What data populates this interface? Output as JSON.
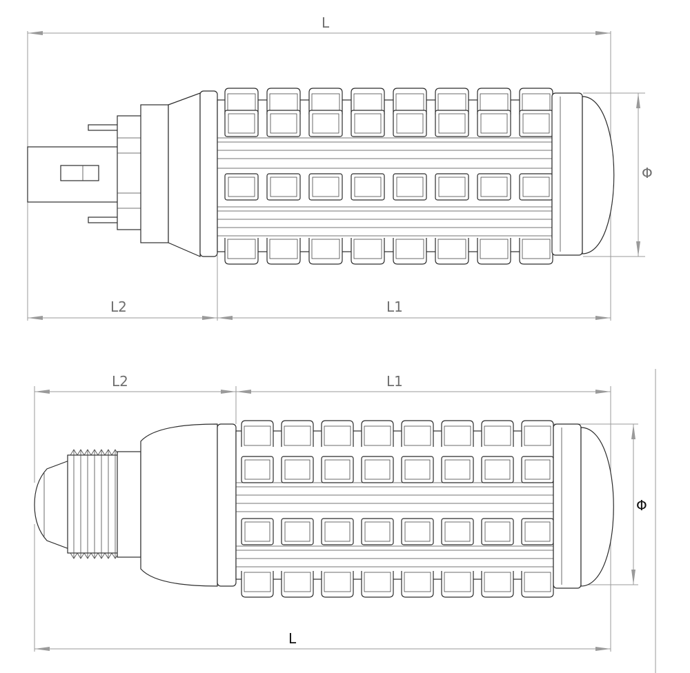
{
  "top_drawing": {
    "labels": {
      "overall_length": "L",
      "base_length": "L2",
      "body_length": "L1",
      "diameter": "Φ"
    }
  },
  "bottom_drawing": {
    "labels": {
      "overall_length": "L",
      "base_length": "L2",
      "body_length": "L1",
      "diameter": "Φ"
    }
  },
  "led_grid": {
    "columns": 8,
    "rows": 4
  }
}
